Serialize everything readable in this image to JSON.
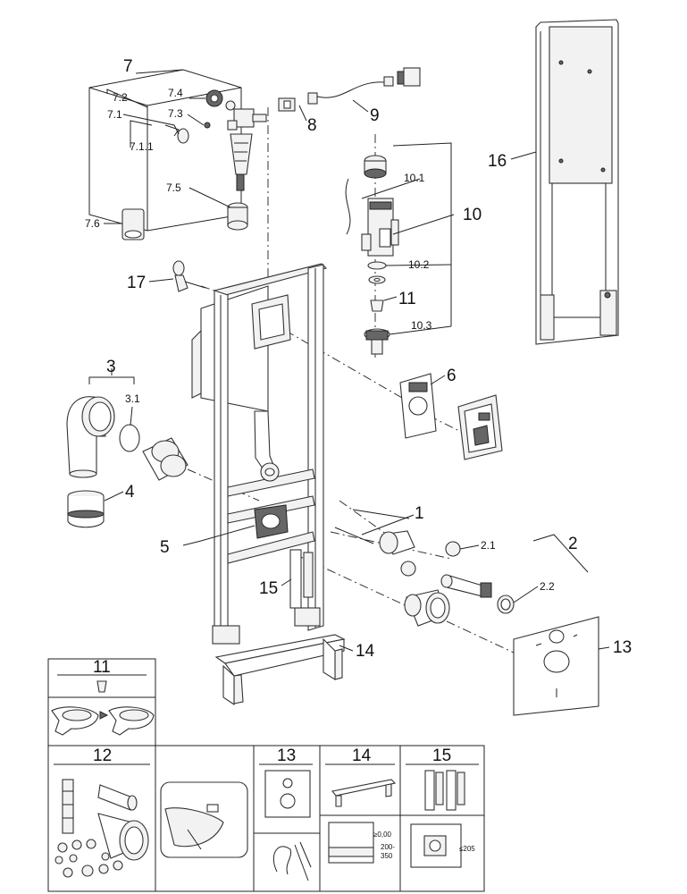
{
  "labels": {
    "p1": "1",
    "p2": "2",
    "p2_1": "2.1",
    "p2_2": "2.2",
    "p3": "3",
    "p3_1": "3.1",
    "p4": "4",
    "p5": "5",
    "p6": "6",
    "p7": "7",
    "p7_1": "7.1",
    "p7_1_1": "7.1.1",
    "p7_2": "7.2",
    "p7_3": "7.3",
    "p7_4": "7.4",
    "p7_5": "7.5",
    "p7_6": "7.6",
    "p8": "8",
    "p9": "9",
    "p10": "10",
    "p10_1": "10.1",
    "p10_2": "10.2",
    "p10_3": "10.3",
    "p11": "11",
    "p13": "13",
    "p14": "14",
    "p15": "15",
    "p16": "16",
    "p17": "17"
  },
  "panels": {
    "p11_title": "11",
    "p12_title": "12",
    "p13_title": "13",
    "p14_title": "14",
    "p15_title": "15",
    "dim_a": "≥0,00",
    "dim_b": "200-",
    "dim_c": "350",
    "dim_d": "≤205"
  }
}
